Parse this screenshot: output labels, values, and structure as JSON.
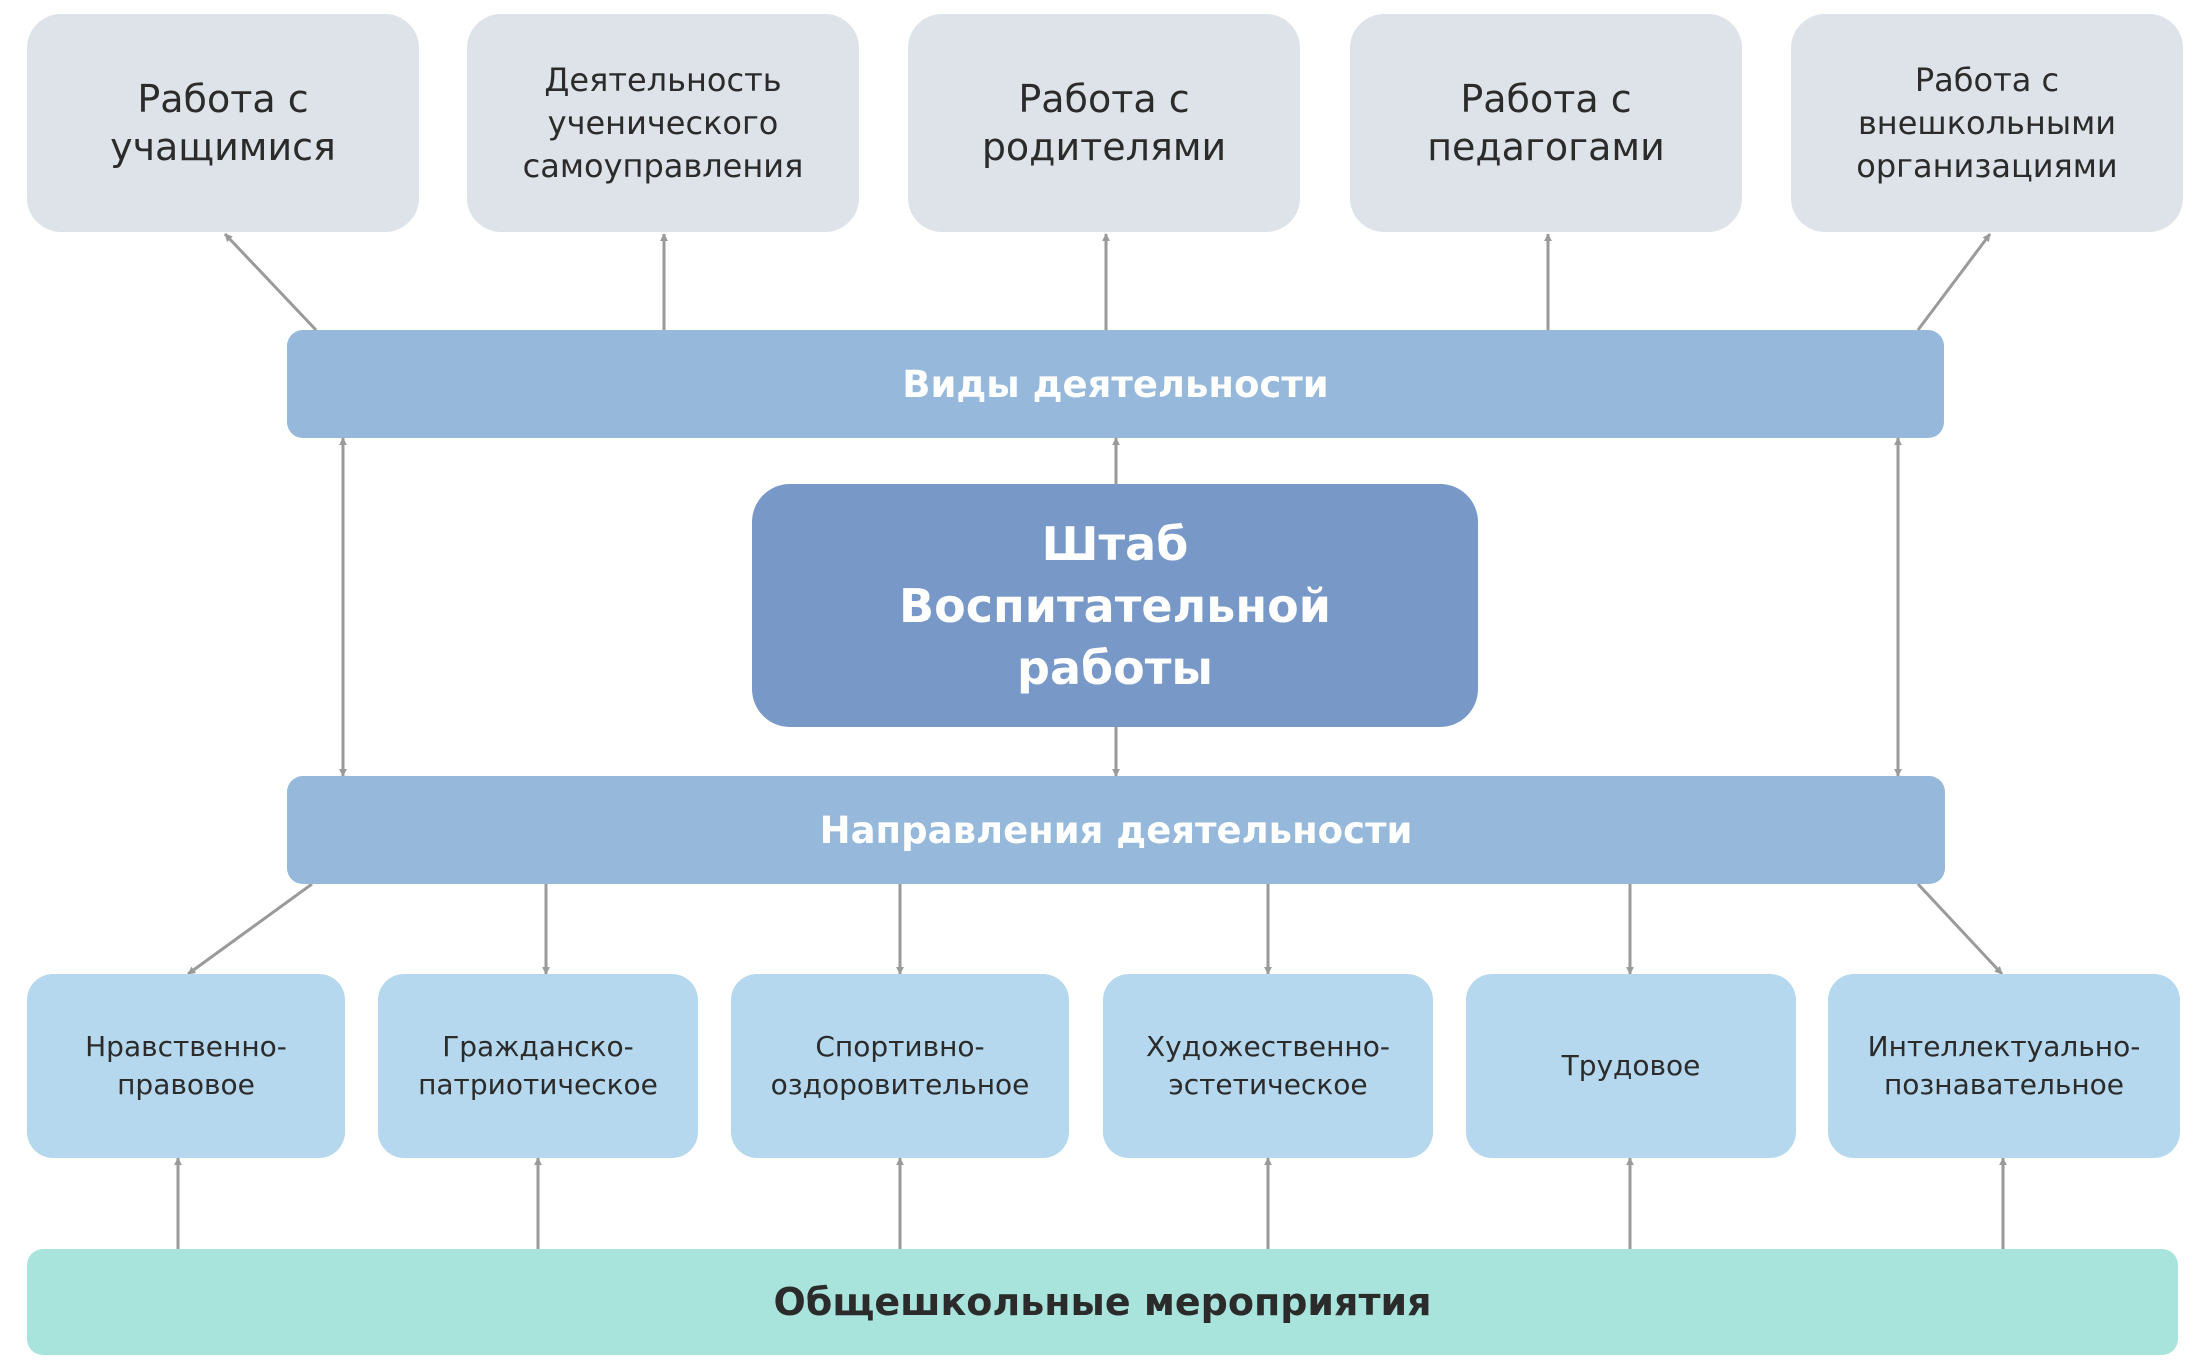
{
  "activities": [
    {
      "label": "Работа с\nучащимися"
    },
    {
      "label": "Деятельность\nученического\nсамоуправления"
    },
    {
      "label": "Работа с\nродителями"
    },
    {
      "label": "Работа с\nпедагогами"
    },
    {
      "label": "Работа с\nвнешкольными\nорганизациями"
    }
  ],
  "activities_bar": {
    "label": "Виды деятельности"
  },
  "hub": {
    "label": "Штаб\nВоспитательной\nработы"
  },
  "directions_bar": {
    "label": "Направления деятельности"
  },
  "directions": [
    {
      "label": "Нравственно-\nправовое"
    },
    {
      "label": "Гражданско-\nпатриотическое"
    },
    {
      "label": "Спортивно-\nоздоровительное"
    },
    {
      "label": "Художественно-\nэстетическое"
    },
    {
      "label": "Трудовое"
    },
    {
      "label": "Интеллектуально-\nпознавательное"
    }
  ],
  "events_bar": {
    "label": "Общешкольные мероприятия"
  },
  "colors": {
    "activity_box": "#dde3e8",
    "bar": "#96b8da",
    "hub": "#7898c8",
    "direction_box": "#b5d8ee",
    "events_bar": "#a8e4dc",
    "connector": "#9a9a9a"
  }
}
